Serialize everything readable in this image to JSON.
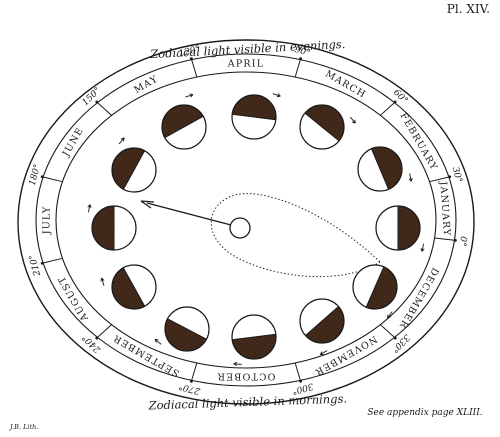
{
  "plate_number": "Pl. XIV.",
  "caption_top": "Zodiacal light visible in evenings.",
  "caption_bottom": "Zodiacal light visible in mornings.",
  "appendix_note": "See appendix page XLIII.",
  "lithographer": "J.B. Lith.",
  "months": [
    "JANUARY",
    "FEBRUARY",
    "MARCH",
    "APRIL",
    "MAY",
    "JUNE",
    "JULY",
    "AUGUST",
    "SEPTEMBER",
    "OCTOBER",
    "NOVEMBER",
    "DECEMBER"
  ],
  "degree_labels": [
    "0°",
    "30°",
    "60°",
    "90°",
    "120°",
    "150°",
    "180°",
    "210°",
    "240°",
    "270°",
    "300°",
    "330°"
  ],
  "colors": {
    "ink": "#1a1a1a",
    "shade": "#4a2e1e",
    "paper": "#ffffff"
  }
}
